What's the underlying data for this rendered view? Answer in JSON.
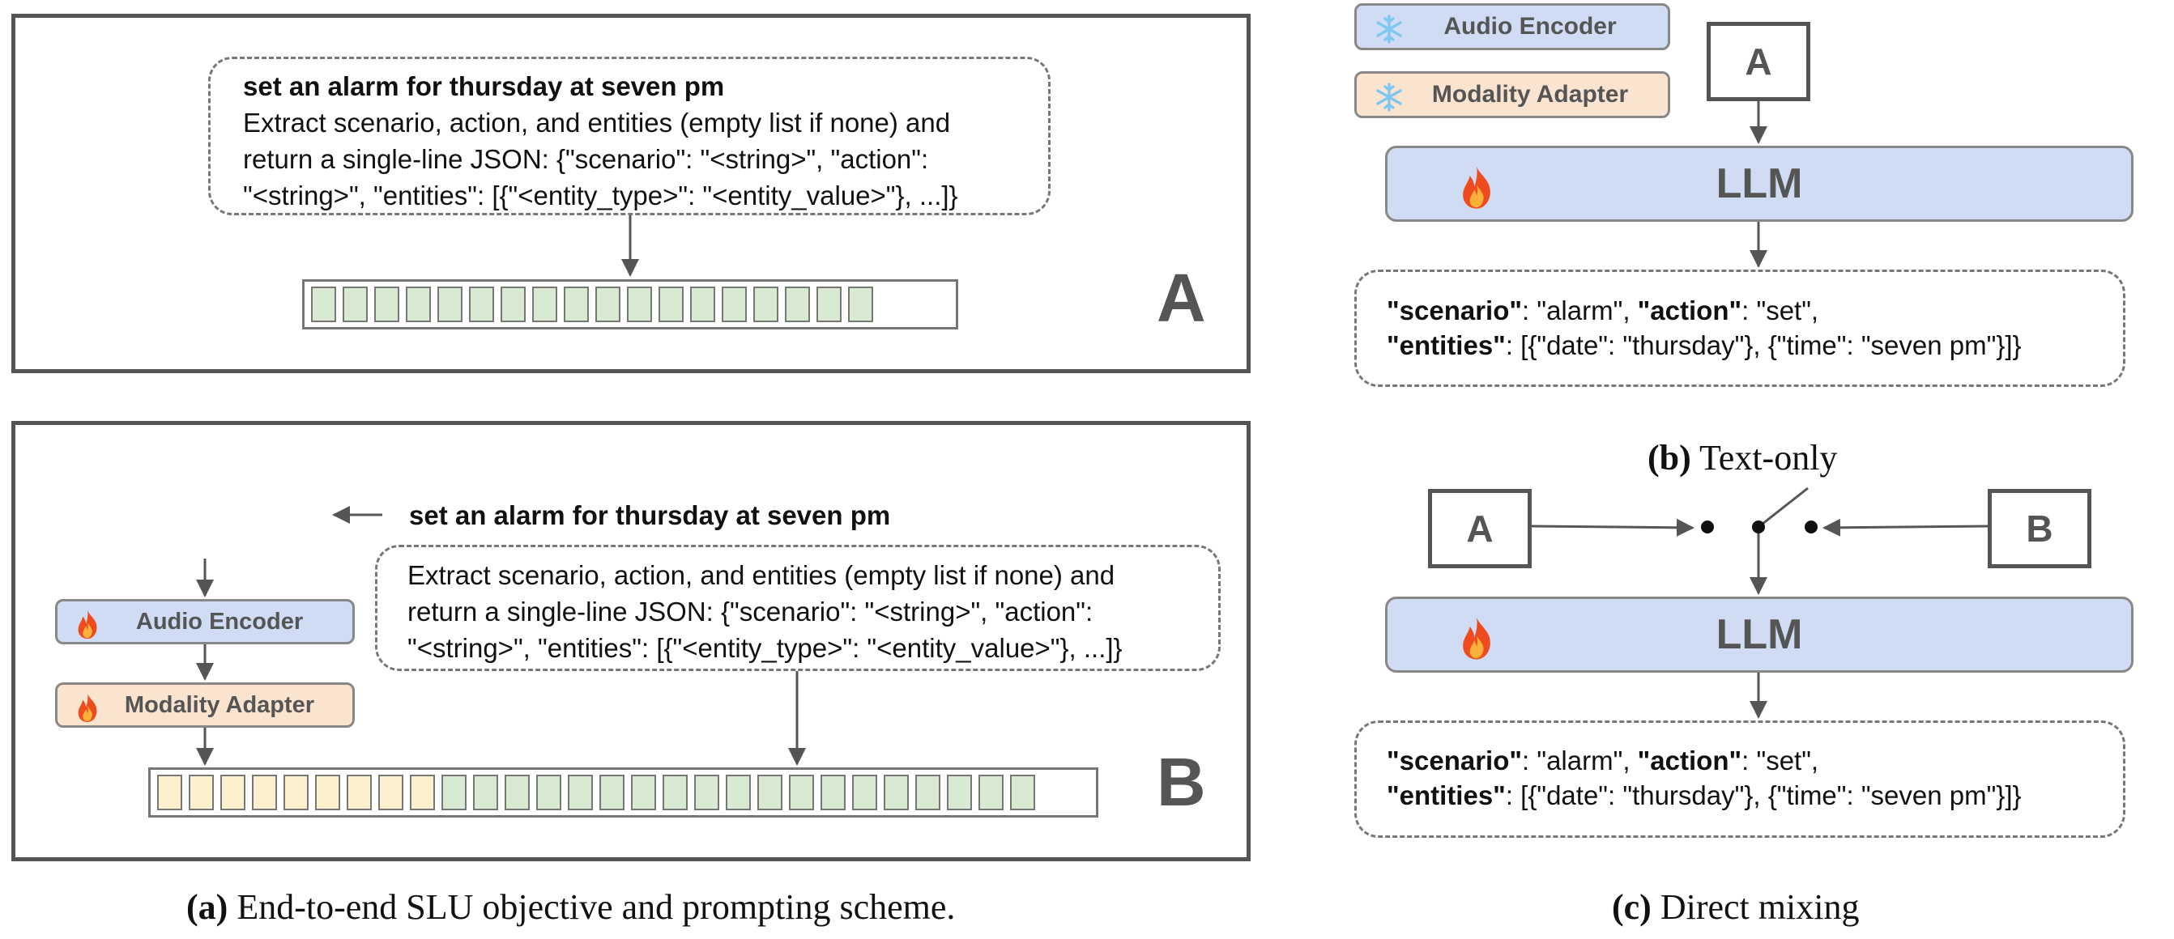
{
  "panel_a": {
    "utterance": "set an alarm for thursday at seven pm",
    "instruction_lines": [
      "Extract scenario, action, and entities (empty list if none) and",
      "return a single-line JSON: {\"scenario\": \"<string>\", \"action\":",
      "\"<string>\", \"entities\": [{\"<entity_type>\": \"<entity_value>\"}, ...]}"
    ],
    "label": "A",
    "text_token_count": 18
  },
  "panel_b": {
    "utterance": "set an alarm for thursday at seven pm",
    "instruction_lines": [
      "Extract scenario, action, and entities (empty list if none) and",
      "return a single-line JSON: {\"scenario\": \"<string>\", \"action\":",
      "\"<string>\", \"entities\": [{\"<entity_type>\": \"<entity_value>\"}, ...]}"
    ],
    "audio_encoder": "Audio Encoder",
    "modality_adapter": "Modality Adapter",
    "label": "B",
    "audio_token_count": 9,
    "text_token_count": 19
  },
  "legend": {
    "audio_encoder": "Audio Encoder",
    "modality_adapter": "Modality Adapter"
  },
  "diagram_b": {
    "input_label": "A",
    "llm": "LLM",
    "output": {
      "scenario_key": "\"scenario\"",
      "scenario_rest": ": \"alarm\", ",
      "action_key": "\"action\"",
      "action_rest": ": \"set\",",
      "entities_key": "\"entities\"",
      "entities_rest": ": [{\"date\": \"thursday\"}, {\"time\": \"seven pm\"}]}"
    },
    "caption_tag": "(b)",
    "caption_text": " Text-only"
  },
  "diagram_c": {
    "input_left": "A",
    "input_right": "B",
    "llm": "LLM",
    "output": {
      "scenario_key": "\"scenario\"",
      "scenario_rest": ": \"alarm\", ",
      "action_key": "\"action\"",
      "action_rest": ": \"set\",",
      "entities_key": "\"entities\"",
      "entities_rest": ": [{\"date\": \"thursday\"}, {\"time\": \"seven pm\"}]}"
    },
    "caption_tag": "(c)",
    "caption_text": " Direct mixing"
  },
  "caption_a": {
    "tag": "(a)",
    "text": " End-to-end SLU objective and prompting scheme."
  },
  "colors": {
    "text_token": "#d9ead3",
    "audio_token": "#fdf0cc",
    "encoder": "#cfdcf3",
    "adapter": "#fbe4cf",
    "frozen_icon": "#7ec8f0",
    "flame_outer": "#ee4b1e",
    "flame_inner": "#fbb03b"
  },
  "icons": [
    "fire-icon",
    "snowflake-icon",
    "waveform-icon",
    "switch-icon"
  ]
}
